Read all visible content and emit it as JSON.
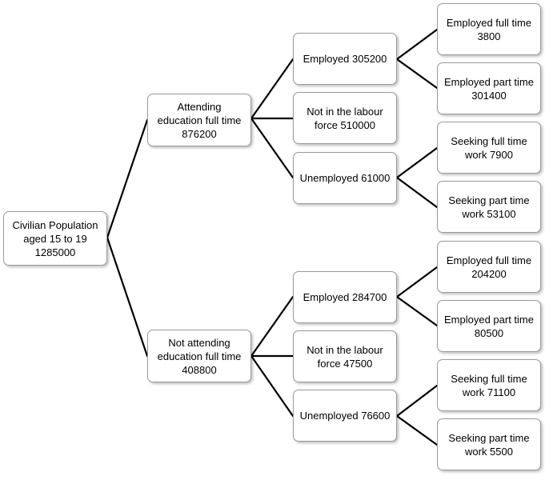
{
  "diagram": {
    "root": {
      "line1": "Civilian Population",
      "line2": "aged 15 to 19",
      "line3": "1285000"
    },
    "attending": {
      "line1": "Attending",
      "line2": "education full time",
      "line3": "876200",
      "employed": {
        "label": "Employed 305200",
        "full_time": {
          "line1": "Employed full time",
          "line2": "3800"
        },
        "part_time": {
          "line1": "Employed part time",
          "line2": "301400"
        }
      },
      "not_in_labour_force": {
        "line1": "Not in the labour",
        "line2": "force 510000"
      },
      "unemployed": {
        "label": "Unemployed 61000",
        "seeking_full_time": {
          "line1": "Seeking full time",
          "line2": "work 7900"
        },
        "seeking_part_time": {
          "line1": "Seeking part time",
          "line2": "work 53100"
        }
      }
    },
    "not_attending": {
      "line1": "Not attending",
      "line2": "education full time",
      "line3": "408800",
      "employed": {
        "label": "Employed 284700",
        "full_time": {
          "line1": "Employed full time",
          "line2": "204200"
        },
        "part_time": {
          "line1": "Employed part time",
          "line2": "80500"
        }
      },
      "not_in_labour_force": {
        "line1": "Not in the labour",
        "line2": "force 47500"
      },
      "unemployed": {
        "label": "Unemployed 76600",
        "seeking_full_time": {
          "line1": "Seeking full time",
          "line2": "work 71100"
        },
        "seeking_part_time": {
          "line1": "Seeking part time",
          "line2": "work 5500"
        }
      }
    }
  }
}
